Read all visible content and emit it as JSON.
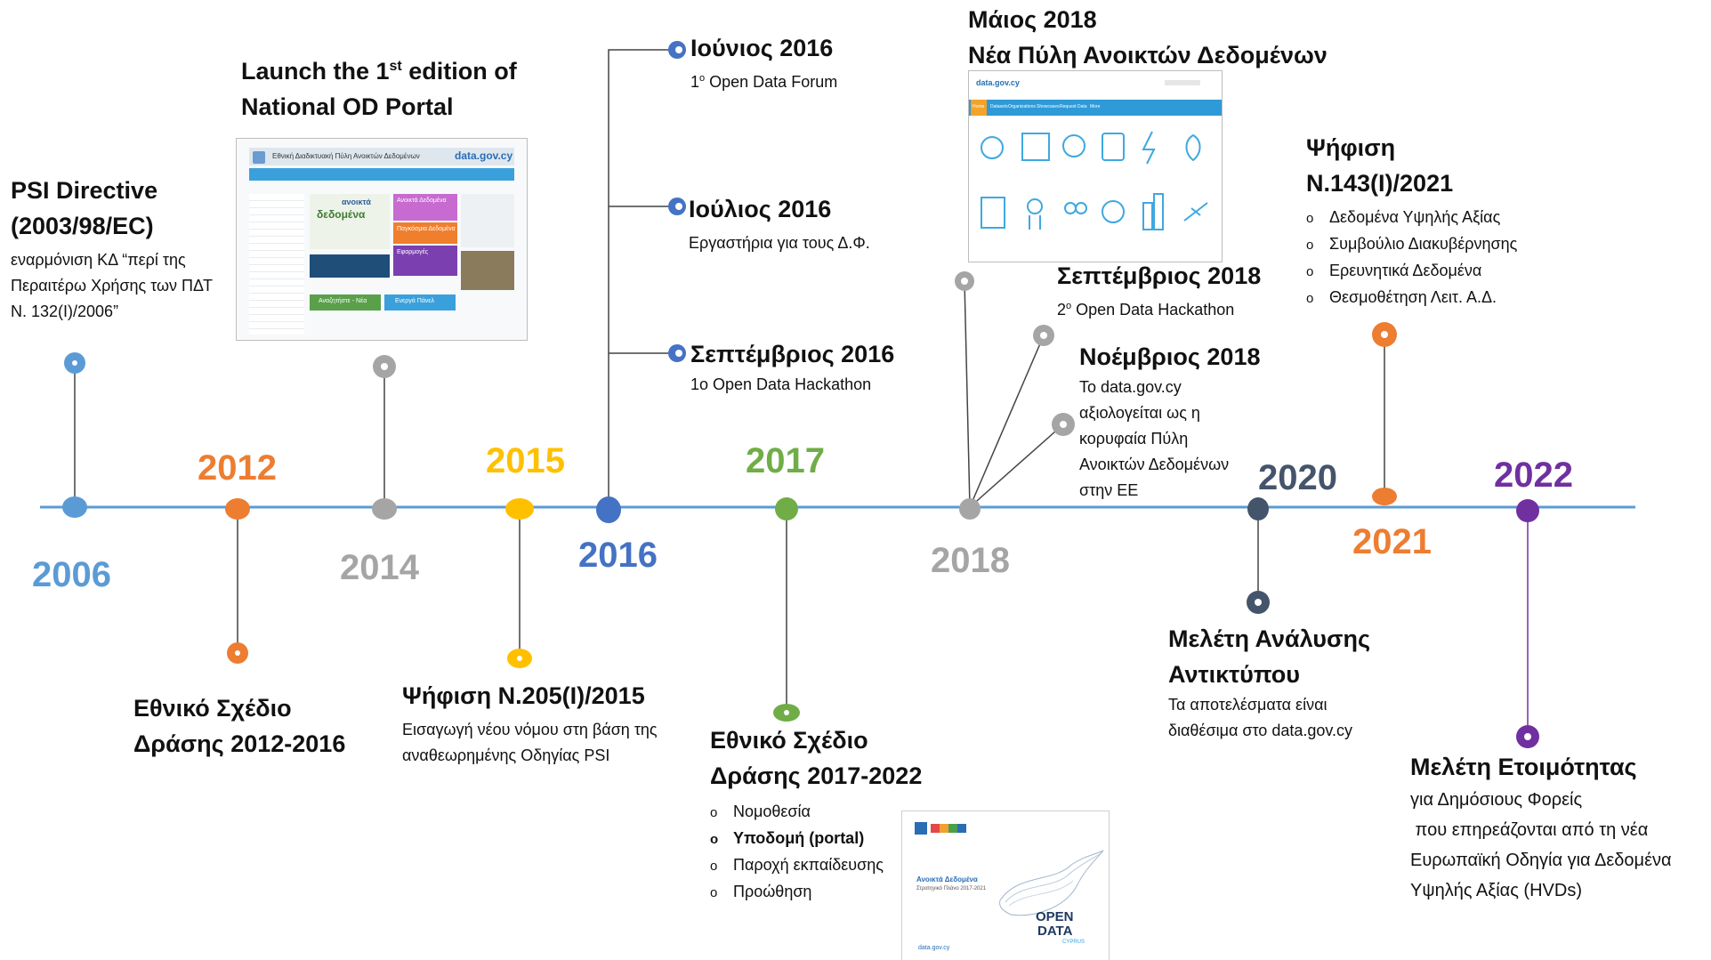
{
  "colors": {
    "timeline": "#5b9bd5",
    "y2006": "#5b9bd5",
    "y2012": "#ed7d31",
    "y2014": "#a5a5a5",
    "y2015": "#ffc000",
    "y2016": "#4472c4",
    "y2017": "#70ad47",
    "y2018": "#a5a5a5",
    "y2020": "#44546a",
    "y2021": "#ed7d31",
    "y2022": "#7030a0"
  },
  "years": {
    "y2006": "2006",
    "y2012": "2012",
    "y2014": "2014",
    "y2015": "2015",
    "y2016": "2016",
    "y2017": "2017",
    "y2018": "2018",
    "y2020": "2020",
    "y2021": "2021",
    "y2022": "2022"
  },
  "events": {
    "psi": {
      "title_1": "PSI Directive",
      "title_2": "(2003/98/EC)",
      "lines": [
        "εναρμόνιση ΚΔ “περί της",
        "Περαιτέρω Χρήσης των ΠΔΤ",
        "Ν. 132(Ι)/2006”"
      ]
    },
    "plan2012": {
      "title_1": "Εθνικό Σχέδιο",
      "title_2": "Δράσης 2012-2016"
    },
    "portal": {
      "title_1": "Launch the 1",
      "title_sup": "st",
      "title_1b": " edition of",
      "title_2": "National OD Portal",
      "shot_header": "Εθνική Διαδικτυακή Πύλη Ανοικτών Δεδομένων",
      "shot_brand": "data.gov.cy",
      "shot_word": "δεδομένα",
      "shot_word2": "ανοικτά",
      "shot_box1": "Ανοικτά Δεδομένα",
      "shot_box2": "Παγκόσμια Δεδομένα",
      "shot_box3": "Εφαρμογές",
      "shot_btn1": "Αναζητήστε - Νέα",
      "shot_btn2": "Ενεργά Πάνελ"
    },
    "law2015": {
      "title": "Ψήφιση Ν.205(Ι)/2015",
      "lines": [
        "Εισαγωγή νέου νόμου στη βάση της",
        "αναθεωρημένης Οδηγίας PSI"
      ]
    },
    "jun2016": {
      "title": "Ιούνιος 2016",
      "sub_pre": "1",
      "sub_sup": "ο",
      "sub_post": " Open  Data Forum"
    },
    "jul2016": {
      "title": "Ιούλιος 2016",
      "sub": "Εργαστήρια για τους Δ.Φ."
    },
    "sep2016": {
      "title": "Σεπτέμβριος 2016",
      "sub": "1ο Open Data Hackathon"
    },
    "plan2017": {
      "title_1": "Εθνικό Σχέδιο",
      "title_2": "Δράσης 2017-2022",
      "items": [
        "Νομοθεσία",
        "Υποδομή (portal)",
        "Παροχή εκπαίδευσης",
        "Προώθηση"
      ],
      "doc_title": "Ανοικτά Δεδομένα",
      "doc_sub": "Στρατηγικό Πλάνο 2017-2021",
      "doc_logo_1": "OPEN",
      "doc_logo_2": "DATA",
      "doc_logo_3": "CYPRUS",
      "doc_footer": "data.gov.cy"
    },
    "may2018": {
      "title_1": "Μάιος 2018",
      "title_2": "Νέα Πύλη Ανοικτών Δεδομένων",
      "shot_brand": "data.gov.cy",
      "shot_menu": [
        "Home",
        "Datasets",
        "Organizations",
        "Showcases",
        "Request Data",
        "More"
      ]
    },
    "sep2018": {
      "title": "Σεπτέμβριος 2018",
      "sub_pre": "2",
      "sub_sup": "ο",
      "sub_post": " Open Data Hackathon"
    },
    "nov2018": {
      "title": "Νοέμβριος 2018",
      "lines": [
        "Το data.gov.cy",
        "αξιολογείται ως η",
        "κορυφαία Πύλη",
        "Ανοικτών Δεδομένων",
        "στην ΕΕ"
      ]
    },
    "study2020": {
      "title_1": "Μελέτη Ανάλυσης",
      "title_2": "Αντικτύπου",
      "lines": [
        "Τα αποτελέσματα  είναι",
        "διαθέσιμα στο data.gov.cy"
      ]
    },
    "law2021": {
      "title_1": "Ψήφιση",
      "title_2": "Ν.143(Ι)/2021",
      "items": [
        "Δεδομένα Υψηλής Αξίας",
        "Συμβούλιο Διακυβέρνησης",
        "Ερευνητικά Δεδομένα",
        "Θεσμοθέτηση Λειτ. Α.Δ."
      ]
    },
    "study2022": {
      "title": "Μελέτη Ετοιμότητας",
      "lines": [
        "για Δημόσιους Φορείς",
        " που επηρεάζονται από τη νέα",
        "Ευρωπαϊκή Οδηγία για Δεδομένα",
        "Υψηλής Αξίας (HVDs)"
      ]
    }
  }
}
